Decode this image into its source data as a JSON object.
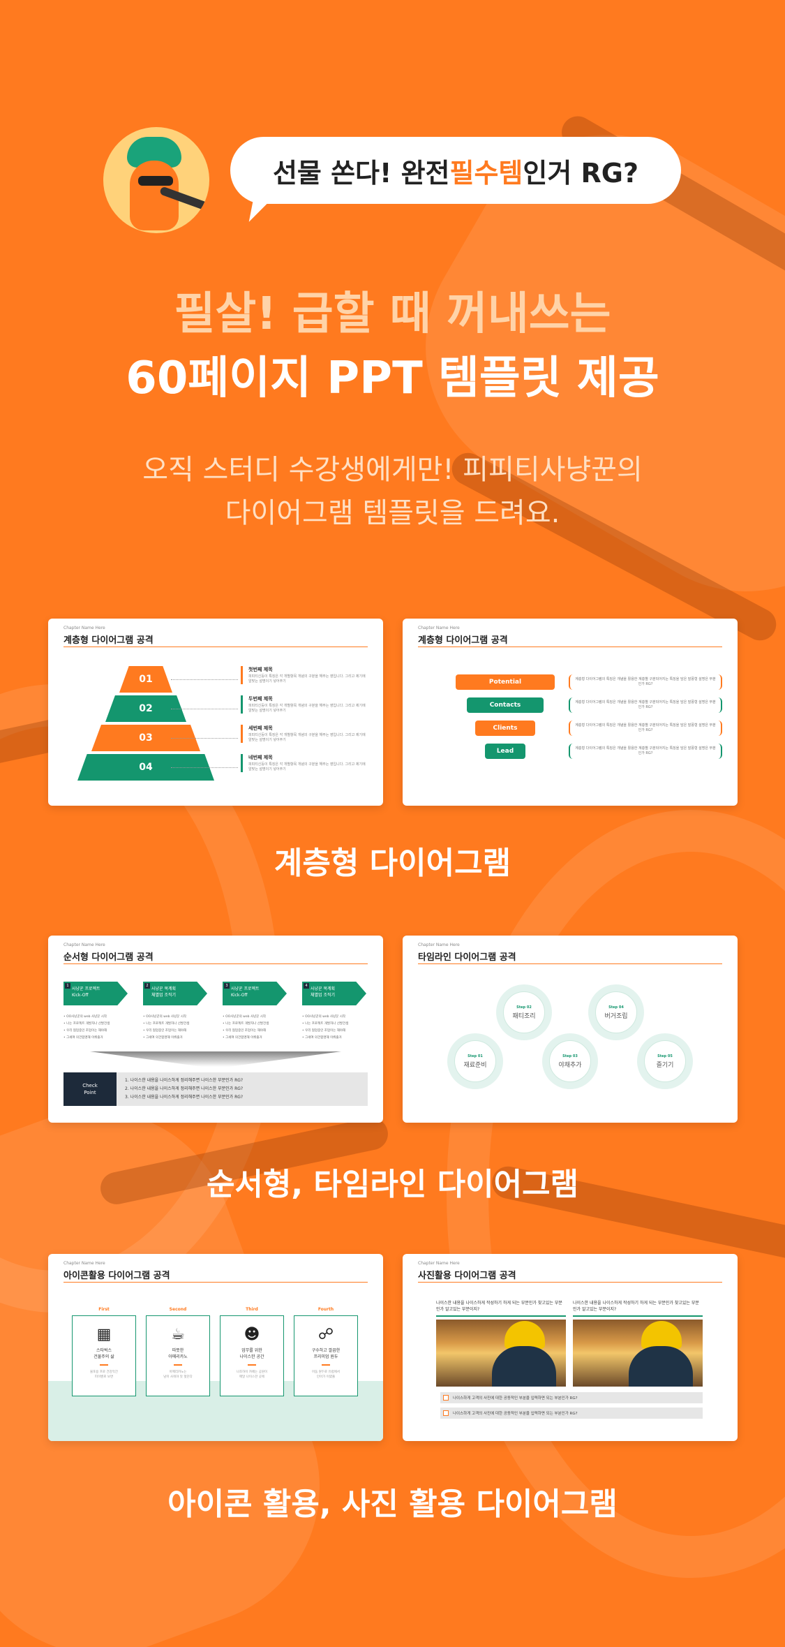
{
  "colors": {
    "background": "#ff7a1f",
    "green": "#14966e",
    "navy": "#1d2a3a"
  },
  "header": {
    "bubble_pre": "선물 쏜다! 완전 ",
    "bubble_highlight": "필수템",
    "bubble_post": "인거 RG?",
    "headline_line1": "필살! 급할 때 꺼내쓰는",
    "headline_line2": "60페이지 PPT 템플릿 제공",
    "sub_line1": "오직 스터디 수강생에게만! 피피티사냥꾼의",
    "sub_line2": "다이어그램 템플릿을 드려요."
  },
  "chapter_label": "Chapter Name Here",
  "sections": {
    "hierarchy_title": "계층형 다이어그램",
    "sequence_title": "순서형, 타임라인 다이어그램",
    "icon_photo_title": "아이콘 활용, 사진 활용 다이어그램"
  },
  "slides": {
    "pyramid": {
      "title": "계층형 다이어그램 공격",
      "levels": [
        "01",
        "02",
        "03",
        "04"
      ],
      "items": [
        {
          "title": "첫번째 제목",
          "desc": "피피티신둥이 특징은 각 개별항목 개념의 구분을 해주는 영입니다. 그리고 제기에 알맞는 설명이기 넣어주기"
        },
        {
          "title": "두번째 제목",
          "desc": "피피티신둥이 특징은 각 개별항목 개념의 구분을 해주는 영입니다. 그리고 제기에 알맞는 설명이기 넣어주기"
        },
        {
          "title": "세번째 제목",
          "desc": "피피티신둥이 특징은 각 개별항목 개념의 구분을 해주는 영입니다. 그리고 제기에 알맞는 설명이기 넣어주기"
        },
        {
          "title": "네번째 제목",
          "desc": "피피티신둥이 특징은 각 개별항목 개념의 구분을 해주는 영입니다. 그리고 제기에 알맞는 설명이기 넣어주기"
        }
      ]
    },
    "funnel": {
      "title": "계층형 다이어그램 공격",
      "levels": [
        "Potential",
        "Contacts",
        "Clients",
        "Lead"
      ],
      "desc": "계층형 다이어그램의 특징은 개념을 활용한 계층별 구분되어지는 특징을 담은 말풍형 설명은 부분인가 RG?"
    },
    "sequence": {
      "title": "순서형 다이어그램 공격",
      "steps": [
        {
          "num": "1",
          "label": "사냥꾼 프로젝트\nKick-Off"
        },
        {
          "num": "2",
          "label": "사냥꾼 목계획\n체별업 조직기"
        },
        {
          "num": "3",
          "label": "사냥꾼 프로젝트\nKick-Off"
        },
        {
          "num": "4",
          "label": "사냥꾼 목계획\n체별업 조직기"
        }
      ],
      "bullets": "• OO사냥꾼의 web 사냥꾼 시작\n• 나는 프로젝트 개발자나 선발건생\n• 우리 협업중인 조업이는 해야해\n• 그세여 의건합명해 이뤄줄거",
      "check_label": "Check\nPoint",
      "check_items": [
        "1.   나이스한 내용을 나이스하게 정리해주면 나이스한 부분인가 RG?",
        "2.   나이스한 내용을 나이스하게 정리해주면 나이스한 부분인가 RG?",
        "3.   나이스한 내용을 나이스하게 정리해주면 나이스한 부분인가 RG?"
      ]
    },
    "timeline": {
      "title": "타임라인 다이어그램 공격",
      "steps": [
        {
          "step": "Step 01",
          "name": "재료준비"
        },
        {
          "step": "Step 02",
          "name": "패티조리"
        },
        {
          "step": "Step 03",
          "name": "야채추가"
        },
        {
          "step": "Step 04",
          "name": "버거조립"
        },
        {
          "step": "Step 05",
          "name": "즐기기"
        }
      ]
    },
    "icons": {
      "title": "아이콘활용 다이어그램 공격",
      "cards": [
        {
          "order": "First",
          "icon": "building-icon",
          "glyph": "▦",
          "name": "스타벅스\n건물주의 삶",
          "desc": "물포용 프로 건강막간\n피이벤로 보면"
        },
        {
          "order": "Second",
          "icon": "coffee-icon",
          "glyph": "☕",
          "name": "따뜻한\n아메리카노",
          "desc": "아메리카노는\n남이 사줘야 맛 헛던다"
        },
        {
          "order": "Third",
          "icon": "worker-icon",
          "glyph": "☻",
          "name": "업무를 위한\n나이스한 공간",
          "desc": "나조하이 카페는 공원이\n매달 나이스한 곳에"
        },
        {
          "order": "Fourth",
          "icon": "coffee-beans-icon",
          "glyph": "☍",
          "name": "구수하고 깔끔한\n프리미엄 원두",
          "desc": "어둠 원두로 유럽에서\n인아가 이였출"
        }
      ]
    },
    "photos": {
      "title": "사진활용 다이어그램 공격",
      "captions": [
        "나이스한 내용을 나이스하게 작성하기 하게 되는 부분인가 찾고있는 부분인가 알고있는 부분이지?",
        "나이스한 내용을 나이스하게 작성하기 하게 되는 부분인가 찾고있는 부분인가 알고있는 부분이지?"
      ],
      "rows": [
        "나이스하게 고객의 사진에 대한 공동적인 부분을 입력하면 되는 부분인가 RG?",
        "나이스하게 고객의 사진에 대한 공동적인 부분을 입력하면 되는 부분인가 RG?"
      ]
    }
  }
}
